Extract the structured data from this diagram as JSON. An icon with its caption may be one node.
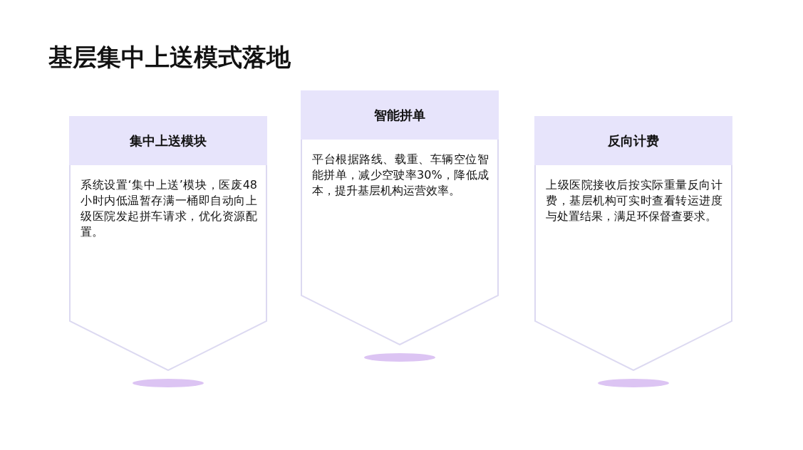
{
  "diagram": {
    "title": "基层集中上送模式落地",
    "nodes": [
      {
        "text": [
          "集中上送模块",
          "系统设置‘集中上送’模块，医废48小时内低温暂存满一桶即自动向上级医院发起拼车请求，优化资源配置。"
        ]
      },
      {
        "text": [
          "智能拼单",
          "平台根据路线、载重、车辆空位智能拼单，减少空驶率30%，降低成本，提升基层机构运营效率。"
        ]
      },
      {
        "text": [
          "反向计费",
          "上级医院接收后按实际重量反向计费，基层机构可实时查看转运进度与处置结果，满足环保督查要求。"
        ]
      }
    ],
    "edges": []
  }
}
